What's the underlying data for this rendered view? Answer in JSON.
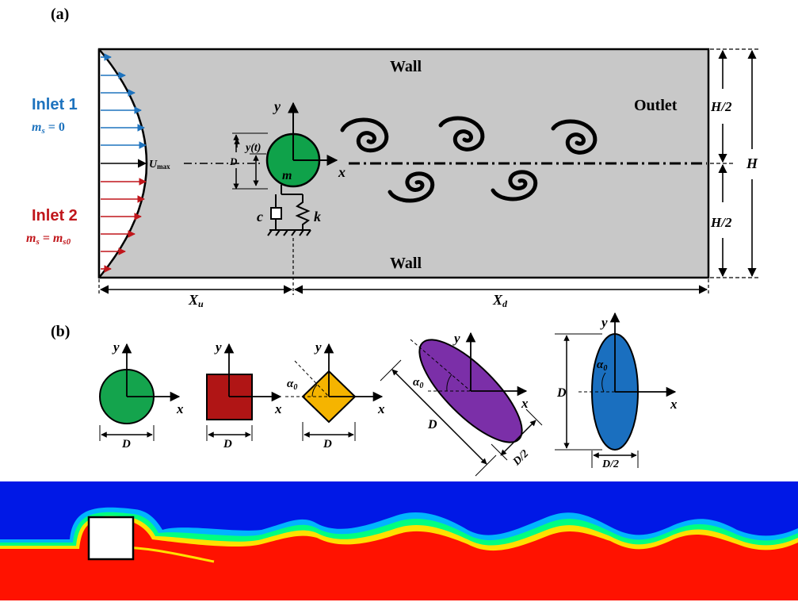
{
  "panel_a": {
    "label": "(a)",
    "wall_top": "Wall",
    "wall_bottom": "Wall",
    "outlet": "Outlet",
    "inlet1": {
      "title": "Inlet 1",
      "cond_m": "m",
      "cond_sub": "s",
      "cond_rest": " = 0"
    },
    "inlet2": {
      "title": "Inlet 2",
      "cond_m": "m",
      "cond_sub": "s",
      "cond_eq": " = m",
      "cond_sub2": "s0"
    },
    "umax_u": "U",
    "umax_sub": "max",
    "axis_x": "x",
    "axis_y": "y",
    "mass": "m",
    "displacement": "y(t)",
    "diameter": "D",
    "damper": "c",
    "spring": "k",
    "half_height_top": "H/2",
    "half_height_bottom": "H/2",
    "height": "H",
    "xu_x": "X",
    "xu_sub": "u",
    "xd_x": "X",
    "xd_sub": "d",
    "colors": {
      "inlet1": "#1e73be",
      "inlet2": "#c0161b",
      "domain": "#c8c8c8",
      "cylinder": "#0fa24a"
    }
  },
  "panel_b": {
    "label": "(b)",
    "axis_x": "x",
    "axis_y": "y",
    "circle": {
      "dim": "D",
      "color": "#14a44d"
    },
    "square": {
      "dim": "D",
      "color": "#b01515"
    },
    "diamond": {
      "dim": "D",
      "angle_a": "α",
      "angle_sub": "0",
      "color": "#f5b400"
    },
    "tilted_ellipse": {
      "dim_long": "D",
      "dim_short": "D/2",
      "angle_a": "α",
      "angle_sub": "0",
      "color": "#7b2fa8"
    },
    "vertical_ellipse": {
      "dim_long": "D",
      "dim_short": "D/2",
      "angle_a": "α",
      "angle_sub": "0",
      "color": "#1a6fbf"
    }
  },
  "panel_c": {
    "colors": {
      "top": "#0018e6",
      "bottom": "#ff1200",
      "obstacle": "#ffffff"
    }
  }
}
